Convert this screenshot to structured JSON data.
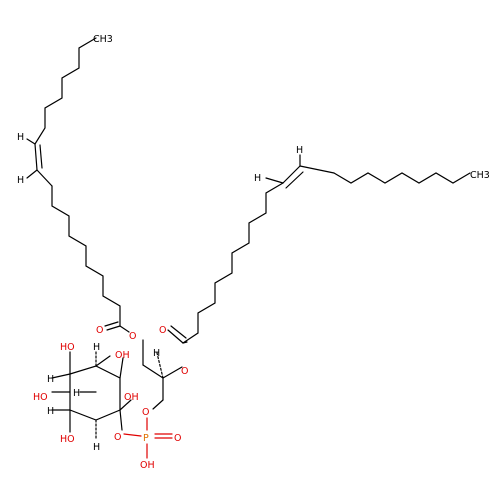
{
  "molecule": {
    "labels": {
      "ch3_top": "CH3",
      "ch3_right": "CH3",
      "h_left_upper": "H",
      "h_left_lower": "H",
      "h_right_upper": "H",
      "h_right_lower": "H",
      "o_carbonyl_left": "O",
      "o_ester_left": "O",
      "o_carbonyl_right": "O",
      "o_ester_right": "O",
      "o_glycerol_phosphate": "O",
      "o_ring_phosphate": "O",
      "p_phosphate": "P",
      "o_phosphate_double": "O",
      "oh_phosphate": "OH",
      "oh_1": "HO",
      "oh_2": "OH",
      "oh_3": "HO",
      "oh_4": "OH",
      "oh_5": "HO",
      "h_ring_1": "H",
      "h_ring_2": "H",
      "h_ring_3": "H",
      "h_ring_4": "H",
      "h_ring_5": "H",
      "h_glycerol": "H"
    },
    "colors": {
      "carbon": "#000000",
      "oxygen": "#e00000",
      "phosphorus": "#e07000"
    }
  }
}
